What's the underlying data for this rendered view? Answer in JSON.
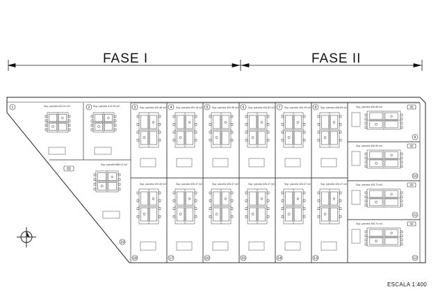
{
  "phases": {
    "phase1": "FASE I",
    "phase2": "FASE II"
  },
  "scale_label": "ESCALA  1:400",
  "plots": [
    {
      "num": "1",
      "area": "Sup. parcela 632.61 m2"
    },
    {
      "num": "2",
      "area": "Sup. parcela 414.33 m2"
    },
    {
      "num": "3",
      "area": "Sup. parcela 400.48 m2"
    },
    {
      "num": "4",
      "area": "Sup. parcela 400.18 m2"
    },
    {
      "num": "5",
      "area": "Sup. parcela 400.58 m2"
    },
    {
      "num": "6",
      "area": "Sup. parcela 404.82 m2"
    },
    {
      "num": "7",
      "area": "Sup. parcela 400.29 m2"
    },
    {
      "num": "8",
      "area": "Sup. parcela 408.65 m2"
    },
    {
      "num": "9",
      "area": "Sup. parcela 406.86 m2"
    },
    {
      "num": "10",
      "area": "Sup. parcela 406.69 m2"
    },
    {
      "num": "11",
      "area": "Sup. parcela 405.73 m2"
    },
    {
      "num": "12",
      "area": "Sup. parcela 406.74 m2"
    },
    {
      "num": "13",
      "area": "Sup. parcela 426.47 m2"
    },
    {
      "num": "14",
      "area": "Sup. parcela 426.47 m2"
    },
    {
      "num": "15",
      "area": "Sup. parcela 426.47 m2"
    },
    {
      "num": "16",
      "area": "Sup. parcela 426.47 m2"
    },
    {
      "num": "17",
      "area": "Sup. parcela 426.47 m2"
    },
    {
      "num": "18",
      "area": "Sup. parcela 423.26 m2"
    },
    {
      "num": "19",
      "area": "Sup. parcela 688.41 m2"
    }
  ]
}
